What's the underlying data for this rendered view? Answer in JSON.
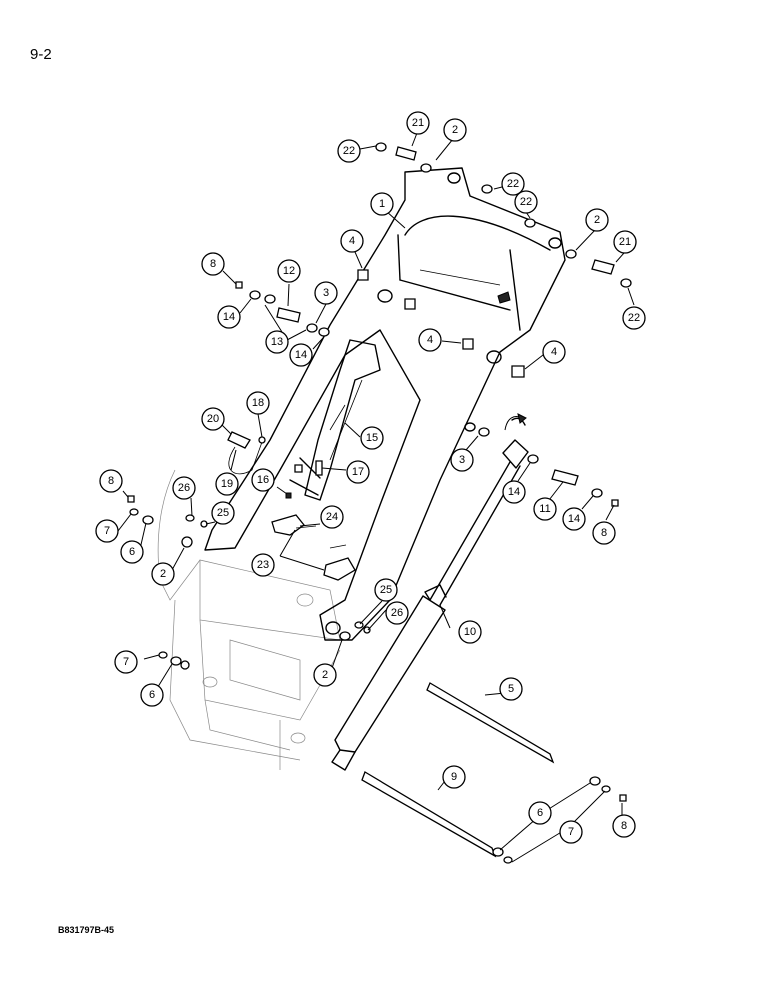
{
  "page_number": "9-2",
  "figure_code": "B831797B-45",
  "callouts": [
    {
      "id": "c22a",
      "label": "22"
    },
    {
      "id": "c21a",
      "label": "21"
    },
    {
      "id": "c2a",
      "label": "2"
    },
    {
      "id": "c22b",
      "label": "22"
    },
    {
      "id": "c1",
      "label": "1"
    },
    {
      "id": "c22c",
      "label": "22"
    },
    {
      "id": "c2b",
      "label": "2"
    },
    {
      "id": "c21b",
      "label": "21"
    },
    {
      "id": "c22d",
      "label": "22"
    },
    {
      "id": "c4a",
      "label": "4"
    },
    {
      "id": "c8a",
      "label": "8"
    },
    {
      "id": "c12",
      "label": "12"
    },
    {
      "id": "c3a",
      "label": "3"
    },
    {
      "id": "c14a",
      "label": "14"
    },
    {
      "id": "c13",
      "label": "13"
    },
    {
      "id": "c14b",
      "label": "14"
    },
    {
      "id": "c4b",
      "label": "4"
    },
    {
      "id": "c4c",
      "label": "4"
    },
    {
      "id": "c18",
      "label": "18"
    },
    {
      "id": "c20",
      "label": "20"
    },
    {
      "id": "c15",
      "label": "15"
    },
    {
      "id": "c17",
      "label": "17"
    },
    {
      "id": "c3b",
      "label": "3"
    },
    {
      "id": "c14c",
      "label": "14"
    },
    {
      "id": "c11",
      "label": "11"
    },
    {
      "id": "c14d",
      "label": "14"
    },
    {
      "id": "c8b",
      "label": "8"
    },
    {
      "id": "c19",
      "label": "19"
    },
    {
      "id": "c16",
      "label": "16"
    },
    {
      "id": "c8c",
      "label": "8"
    },
    {
      "id": "c26a",
      "label": "26"
    },
    {
      "id": "c7a",
      "label": "7"
    },
    {
      "id": "c25a",
      "label": "25"
    },
    {
      "id": "c6a",
      "label": "6"
    },
    {
      "id": "c24",
      "label": "24"
    },
    {
      "id": "c2c",
      "label": "2"
    },
    {
      "id": "c23",
      "label": "23"
    },
    {
      "id": "c25b",
      "label": "25"
    },
    {
      "id": "c26b",
      "label": "26"
    },
    {
      "id": "c10",
      "label": "10"
    },
    {
      "id": "c7b",
      "label": "7"
    },
    {
      "id": "c6b",
      "label": "6"
    },
    {
      "id": "c2d",
      "label": "2"
    },
    {
      "id": "c5",
      "label": "5"
    },
    {
      "id": "c9",
      "label": "9"
    },
    {
      "id": "c6c",
      "label": "6"
    },
    {
      "id": "c7c",
      "label": "7"
    },
    {
      "id": "c8d",
      "label": "8"
    }
  ]
}
